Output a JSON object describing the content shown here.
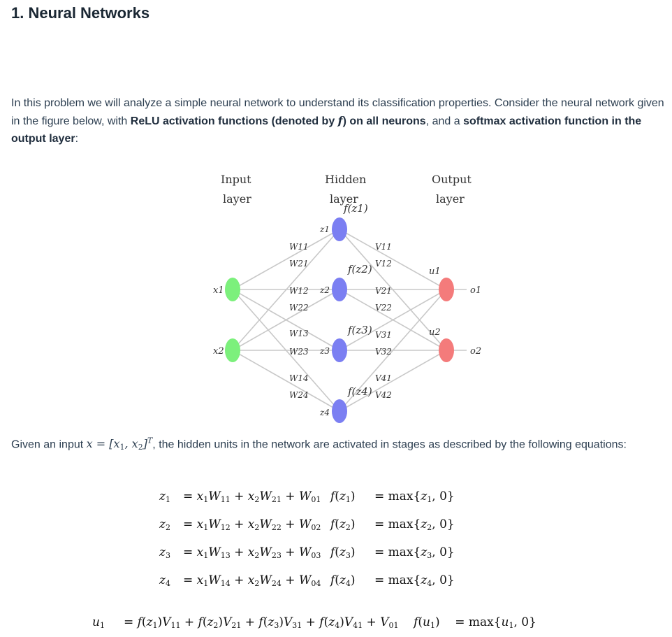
{
  "title": "1. Neural Networks",
  "intro": {
    "text_a": "In this problem we will analyze a simple neural network to understand its classification properties. Consider the neural network given in the figure below, with ",
    "bold_relu": "ReLU activation functions (denoted by ",
    "f_symbol": "f",
    "bold_relu_end": ") on all neurons",
    "text_b": ", and a ",
    "bold_softmax": "softmax activation function in the output layer",
    "text_c": ":"
  },
  "diagram": {
    "input_label": [
      "Input",
      "layer"
    ],
    "hidden_label": [
      "Hidden",
      "layer"
    ],
    "output_label": [
      "Output",
      "layer"
    ],
    "input_nodes": [
      "x1",
      "x2"
    ],
    "hidden_z": [
      "z1",
      "z2",
      "z3",
      "z4"
    ],
    "hidden_f": [
      "f(z1)",
      "f(z2)",
      "f(z3)",
      "f(z4)"
    ],
    "output_u": [
      "u1",
      "u2"
    ],
    "output_o": [
      "o1",
      "o2"
    ],
    "w_labels": [
      "W11",
      "W21",
      "W12",
      "W22",
      "W13",
      "W23",
      "W14",
      "W24"
    ],
    "v_labels": [
      "V11",
      "V12",
      "V21",
      "V22",
      "V31",
      "V32",
      "V41",
      "V42"
    ],
    "colors": {
      "input": "#7cf07c",
      "hidden": "#7b7ff2",
      "output": "#f47b7b",
      "edge": "#c8c8c8"
    }
  },
  "given": {
    "text_a": "Given an input ",
    "math": "x = [x1, x2]T",
    "text_b": ", the hidden units in the network are activated in stages as described by the following equations:"
  },
  "equations": [
    {
      "lhs": "z1",
      "rhs": "= x1W11 + x2W21 + W01",
      "f": "f(z1)",
      "max": "= max{z1, 0}"
    },
    {
      "lhs": "z2",
      "rhs": "= x1W12 + x2W22 + W02",
      "f": "f(z2)",
      "max": "= max{z2, 0}"
    },
    {
      "lhs": "z3",
      "rhs": "= x1W13 + x2W23 + W03",
      "f": "f(z3)",
      "max": "= max{z3, 0}"
    },
    {
      "lhs": "z4",
      "rhs": "= x1W14 + x2W24 + W04",
      "f": "f(z4)",
      "max": "= max{z4, 0}"
    }
  ],
  "u_equation": {
    "lhs": "u1",
    "rhs": "= f(z1)V11 + f(z2)V21 + f(z3)V31 + f(z4)V41 + V01",
    "f": "f(u1)",
    "max": "= max{u1, 0}"
  }
}
